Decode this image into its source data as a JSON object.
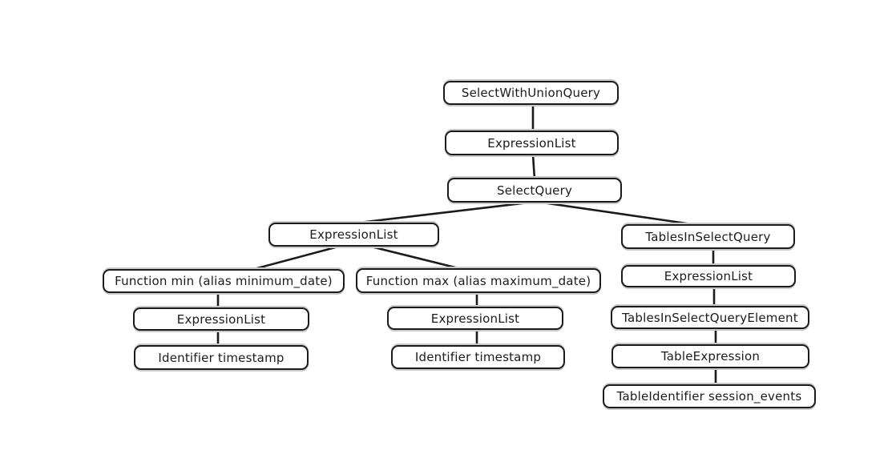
{
  "diagram": {
    "type": "tree",
    "description_colors": {
      "background": "#ffffff",
      "stroke": "#1b1b1b",
      "stroke_shadow": "#c9c9c9"
    },
    "nodes": {
      "select_with_union_query": {
        "label": "SelectWithUnionQuery"
      },
      "expression_list_top": {
        "label": "ExpressionList"
      },
      "select_query": {
        "label": "SelectQuery"
      },
      "expression_list_left": {
        "label": "ExpressionList"
      },
      "tables_in_select_query": {
        "label": "TablesInSelectQuery"
      },
      "function_min": {
        "label": "Function min (alias minimum_date)"
      },
      "function_max": {
        "label": "Function max (alias maximum_date)"
      },
      "expression_list_right": {
        "label": "ExpressionList"
      },
      "expression_list_under_min": {
        "label": "ExpressionList"
      },
      "expression_list_under_max": {
        "label": "ExpressionList"
      },
      "tables_in_select_query_element": {
        "label": "TablesInSelectQueryElement"
      },
      "identifier_timestamp_left": {
        "label": "Identifier timestamp"
      },
      "identifier_timestamp_mid": {
        "label": "Identifier timestamp"
      },
      "table_expression": {
        "label": "TableExpression"
      },
      "table_identifier_session_events": {
        "label": "TableIdentifier session_events"
      }
    },
    "edges": [
      [
        "select_with_union_query",
        "expression_list_top"
      ],
      [
        "expression_list_top",
        "select_query"
      ],
      [
        "select_query",
        "expression_list_left"
      ],
      [
        "select_query",
        "tables_in_select_query"
      ],
      [
        "expression_list_left",
        "function_min"
      ],
      [
        "expression_list_left",
        "function_max"
      ],
      [
        "function_min",
        "expression_list_under_min"
      ],
      [
        "expression_list_under_min",
        "identifier_timestamp_left"
      ],
      [
        "function_max",
        "expression_list_under_max"
      ],
      [
        "expression_list_under_max",
        "identifier_timestamp_mid"
      ],
      [
        "tables_in_select_query",
        "expression_list_right"
      ],
      [
        "expression_list_right",
        "tables_in_select_query_element"
      ],
      [
        "tables_in_select_query_element",
        "table_expression"
      ],
      [
        "table_expression",
        "table_identifier_session_events"
      ]
    ]
  }
}
